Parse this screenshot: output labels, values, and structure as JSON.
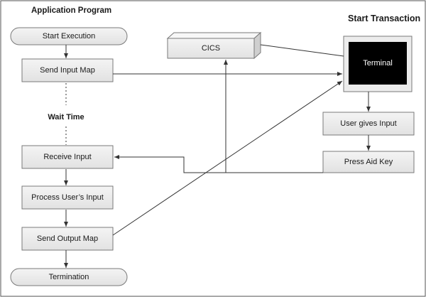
{
  "headings": {
    "application_program": "Application Program",
    "start_transaction": "Start Transaction",
    "wait_time": "Wait Time"
  },
  "left_column": {
    "start_execution": "Start Execution",
    "send_input_map": "Send Input Map",
    "receive_input": "Receive Input",
    "process_user_input": "Process User’s Input",
    "send_output_map": "Send Output Map",
    "termination": "Termination"
  },
  "cics": "CICS",
  "right_column": {
    "terminal": "Terminal",
    "user_gives_input": "User gives Input",
    "press_aid_key": "Press Aid Key"
  },
  "colors": {
    "box_fill": "#ececec",
    "box_stroke": "#7a7a7a",
    "line": "#333333",
    "terminal_screen": "#000000"
  }
}
